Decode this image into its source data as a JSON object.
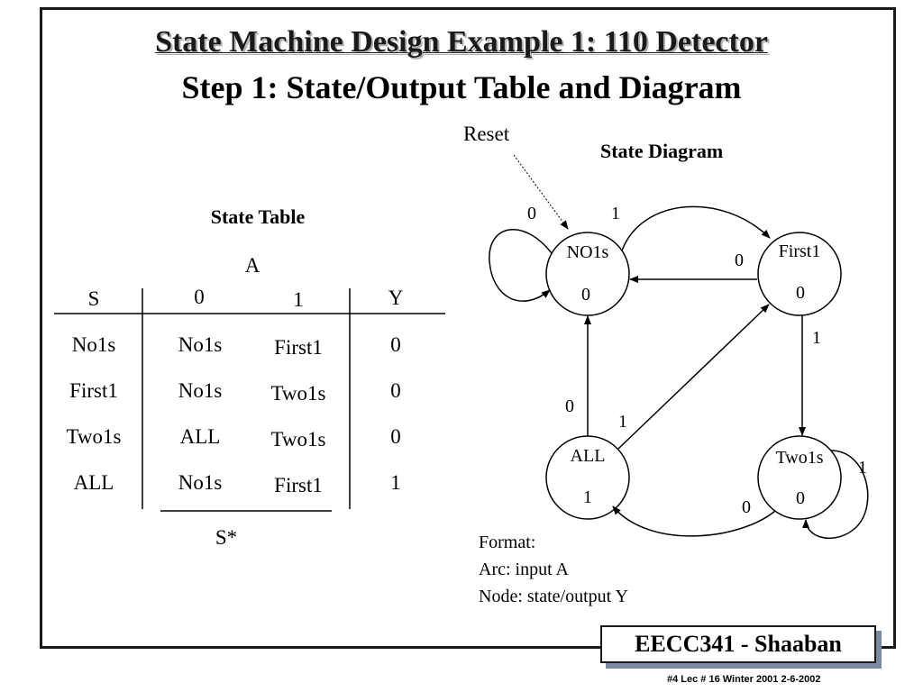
{
  "slide": {
    "title": "State Machine Design Example 1:  110 Detector",
    "subtitle": "Step 1: State/Output Table and Diagram"
  },
  "state_table": {
    "heading": "State Table",
    "input_header": "A",
    "columns": [
      "S",
      "0",
      "1",
      "Y"
    ],
    "rows": [
      [
        "No1s",
        "No1s",
        "First1",
        "0"
      ],
      [
        "First1",
        "No1s",
        "Two1s",
        "0"
      ],
      [
        "Two1s",
        "ALL",
        "Two1s",
        "0"
      ],
      [
        "ALL",
        "No1s",
        "First1",
        "1"
      ]
    ],
    "next_state_label": "S*"
  },
  "state_diagram": {
    "heading": "State Diagram",
    "reset_label": "Reset",
    "nodes": [
      {
        "state": "NO1s",
        "output": "0"
      },
      {
        "state": "First1",
        "output": "0"
      },
      {
        "state": "ALL",
        "output": "1"
      },
      {
        "state": "Two1s",
        "output": "0"
      }
    ],
    "arc_labels": {
      "no1s_self": "0",
      "no1s_to_first1": "1",
      "first1_to_no1s": "0",
      "first1_to_two1s": "1",
      "two1s_self": "1",
      "two1s_to_all": "0",
      "all_to_no1s": "0",
      "all_to_first1": "1"
    }
  },
  "format_note": {
    "line1": "Format:",
    "line2": "Arc: input A",
    "line3": "Node: state/output Y"
  },
  "branding": {
    "course": "EECC341 - Shaaban",
    "footer": "#4   Lec # 16   Winter 2001  2-6-2002"
  }
}
